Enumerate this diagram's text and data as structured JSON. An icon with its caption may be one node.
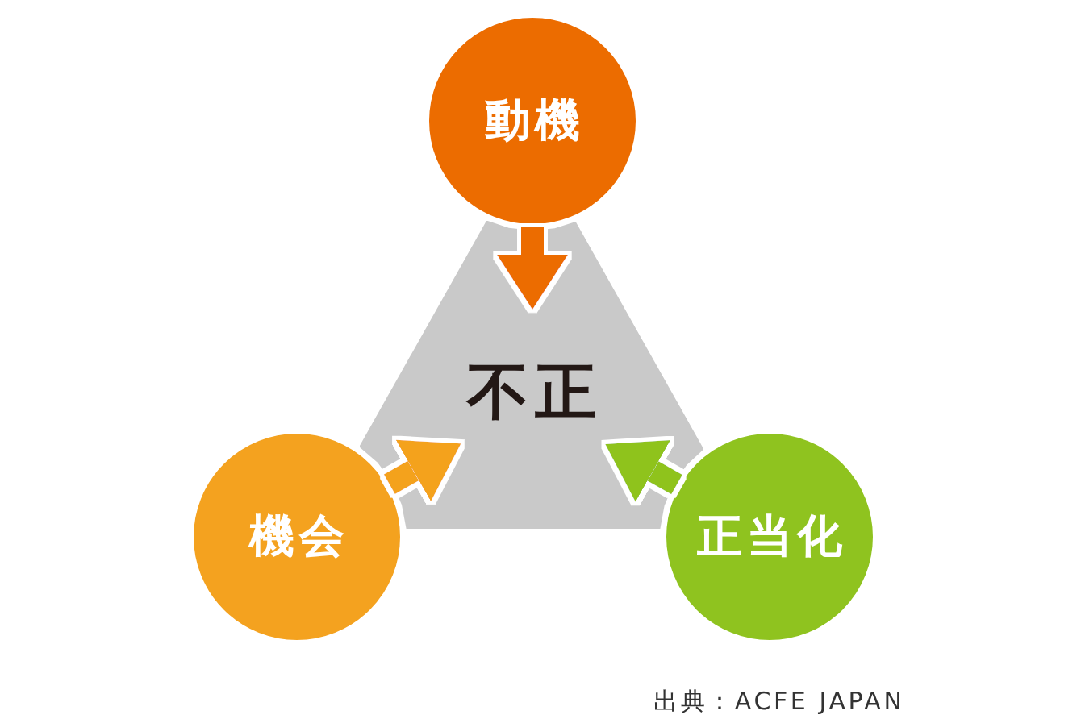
{
  "diagram": {
    "nodes": [
      {
        "text": [
          "動機"
        ]
      },
      {
        "text": [
          "不正"
        ]
      },
      {
        "text": [
          "機会"
        ]
      },
      {
        "text": [
          "正当化"
        ]
      }
    ],
    "edges": [
      {
        "from": 0,
        "to": 1,
        "arrow": "to",
        "color": "#ec6c00"
      },
      {
        "from": 2,
        "to": 1,
        "arrow": "to",
        "color": "#f4a21f"
      },
      {
        "from": 3,
        "to": 1,
        "arrow": "to",
        "color": "#8fc31f"
      }
    ],
    "labels": [
      "出典：ACFE JAPAN"
    ]
  }
}
